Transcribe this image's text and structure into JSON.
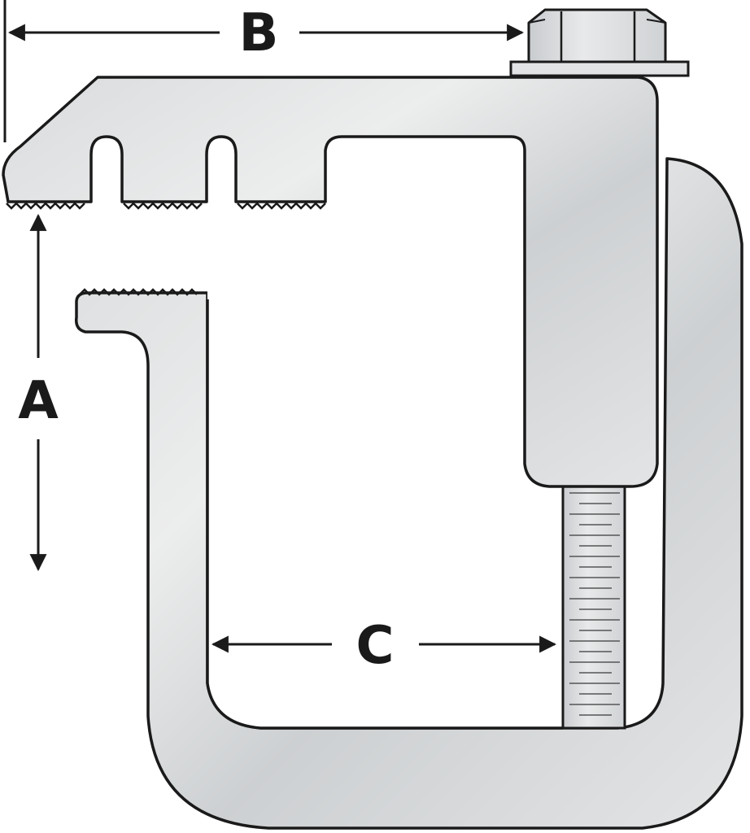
{
  "colors": {
    "metal_light": "#e6e7e8",
    "metal_mid": "#cfd1d3",
    "metal_dark": "#b9bcbf",
    "outline": "#1a1a1a",
    "background": "#ffffff"
  },
  "labels": {
    "dim_a": "A",
    "dim_b": "B",
    "dim_c": "C"
  },
  "icons": {
    "bolt": "hex-bolt-icon",
    "thread": "threaded-rod-icon"
  }
}
